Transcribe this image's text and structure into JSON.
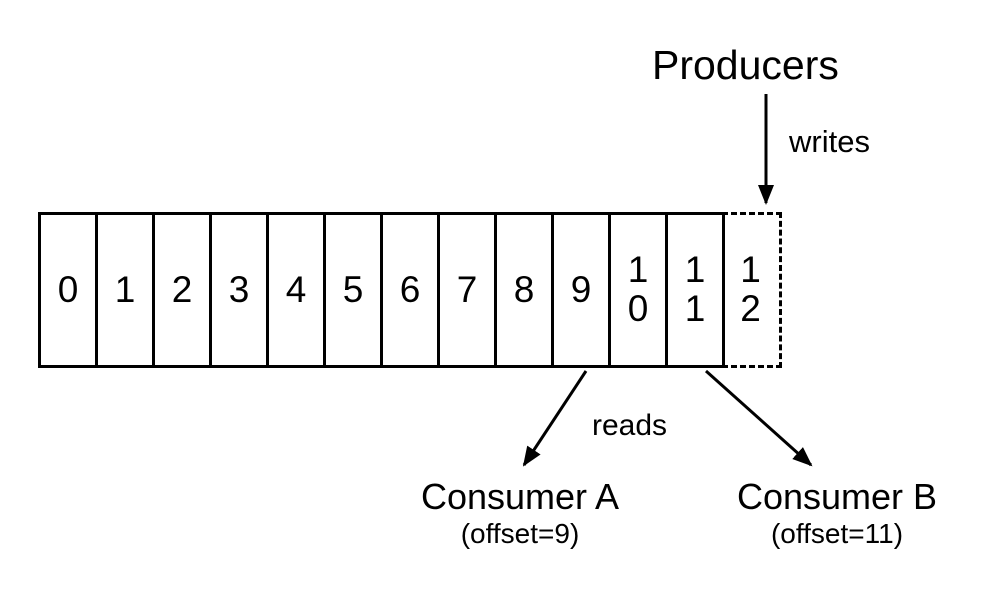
{
  "diagram": {
    "producers_label": "Producers",
    "writes_label": "writes",
    "reads_label": "reads",
    "consumer_a": {
      "name": "Consumer A",
      "offset": "(offset=9)"
    },
    "consumer_b": {
      "name": "Consumer B",
      "offset": "(offset=11)"
    },
    "cells": [
      {
        "label": "0",
        "dashed": false
      },
      {
        "label": "1",
        "dashed": false
      },
      {
        "label": "2",
        "dashed": false
      },
      {
        "label": "3",
        "dashed": false
      },
      {
        "label": "4",
        "dashed": false
      },
      {
        "label": "5",
        "dashed": false
      },
      {
        "label": "6",
        "dashed": false
      },
      {
        "label": "7",
        "dashed": false
      },
      {
        "label": "8",
        "dashed": false
      },
      {
        "label": "9",
        "dashed": false
      },
      {
        "label": "10",
        "dashed": false
      },
      {
        "label": "11",
        "dashed": false
      },
      {
        "label": "12",
        "dashed": true
      }
    ],
    "line_color": "#000000"
  }
}
